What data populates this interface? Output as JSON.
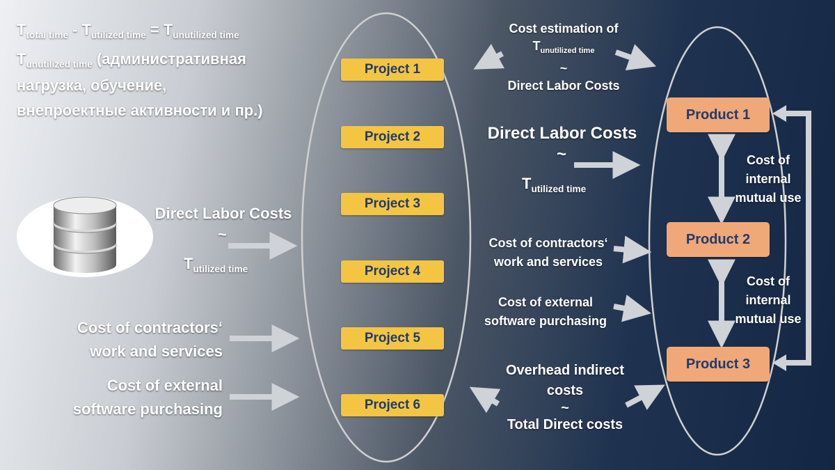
{
  "formula": {
    "line1": {
      "t1": "T",
      "s1": "total time",
      "op1": " - ",
      "t2": "T",
      "s2": "utilized time",
      "op2": " = ",
      "t3": "T",
      "s3": "unutilized time"
    },
    "line2": {
      "t": "T",
      "s": "unutilized time",
      "text": " (административная"
    },
    "line3": "нагрузка, обучение,",
    "line4": "внепроектные активности и пр.)"
  },
  "left_inputs": {
    "labor": {
      "title": "Direct Labor Costs",
      "tilde": "~",
      "t": "T",
      "s": "utilized time"
    },
    "contractors": {
      "line1": "Cost of contractors‘",
      "line2": "work and services"
    },
    "software": {
      "line1": "Cost of external",
      "line2": "software purchasing"
    }
  },
  "projects": [
    "Project 1",
    "Project 2",
    "Project 3",
    "Project 4",
    "Project 5",
    "Project 6"
  ],
  "middle": {
    "estimation": {
      "line1": "Cost estimation of",
      "t": "T",
      "s": "unutilized time",
      "tilde": "~",
      "line3": "Direct Labor Costs"
    },
    "labor": {
      "title": "Direct Labor Costs",
      "tilde": "~",
      "t": "T",
      "s": "utilized time"
    },
    "contractors": {
      "line1": "Cost of contractors‘",
      "line2": "work and services"
    },
    "software": {
      "line1": "Cost of external",
      "line2": "software purchasing"
    },
    "overhead": {
      "line1": "Overhead indirect",
      "line2": "costs",
      "tilde": "~",
      "line4": "Total Direct costs"
    }
  },
  "products": [
    "Product 1",
    "Product 2",
    "Product 3"
  ],
  "mutual_use": {
    "first": {
      "line1": "Cost of",
      "line2": "internal",
      "line3": "mutual use"
    },
    "second": {
      "line1": "Cost of",
      "line2": "internal",
      "line3": "mutual use"
    }
  },
  "colors": {
    "project_box": "#f4c542",
    "product_box": "#f0a878",
    "box_text": "#1f3b6e",
    "arrow": "#cfd2d6",
    "ellipse": "#d0d0d0"
  },
  "icons": {
    "database": "database-icon"
  }
}
